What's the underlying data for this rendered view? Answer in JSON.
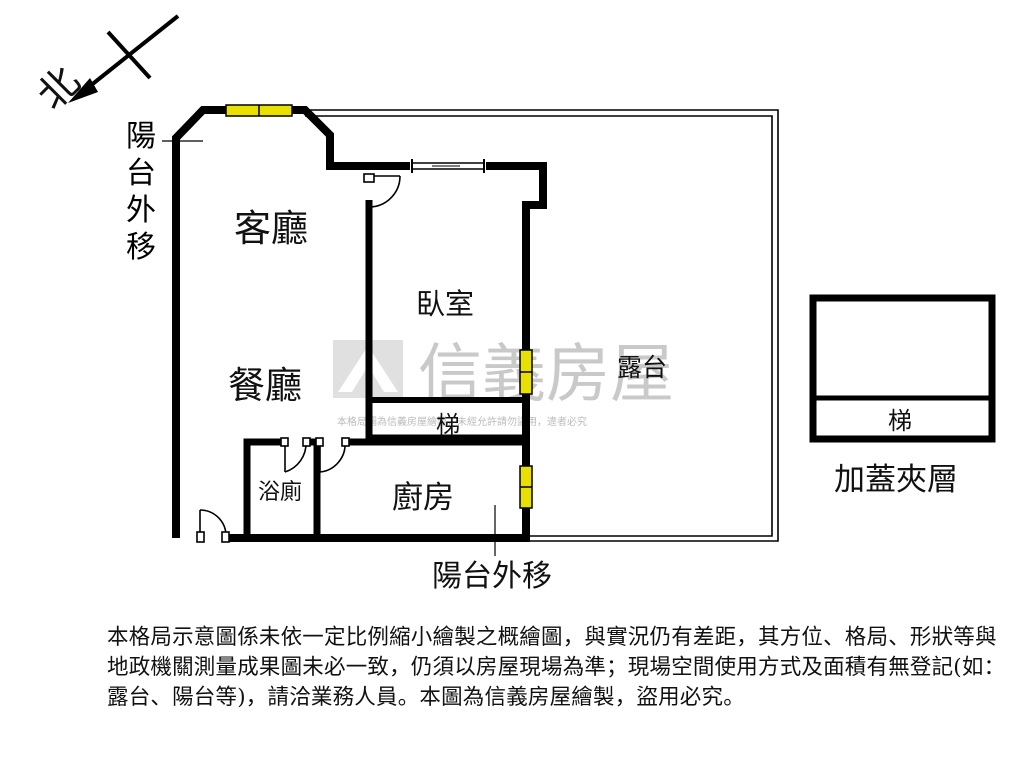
{
  "compass": {
    "north_label": "北"
  },
  "rooms": {
    "balcony_left": "陽台外移",
    "living_room": "客廳",
    "dining_room": "餐廳",
    "bedroom": "臥室",
    "terrace": "露台",
    "stairs_main": "梯",
    "bathroom": "浴廁",
    "kitchen": "廚房",
    "balcony_bottom": "陽台外移"
  },
  "mezzanine": {
    "stairs_label": "梯",
    "title": "加蓋夾層"
  },
  "watermark": {
    "brand": "信義房屋",
    "notice": "本格局圖為信義房屋繪製，未經允許請勿盜用，違者必究"
  },
  "disclaimer": "本格局示意圖係未依一定比例縮小繪製之概繪圖，與實況仍有差距，其方位、格局、形狀等與地政機關測量成果圖未必一致，仍須以房屋現場為準；現場空間使用方式及面積有無登記(如：露台、陽台等)，請洽業務人員。本圖為信義房屋繪製，盜用必究。"
}
